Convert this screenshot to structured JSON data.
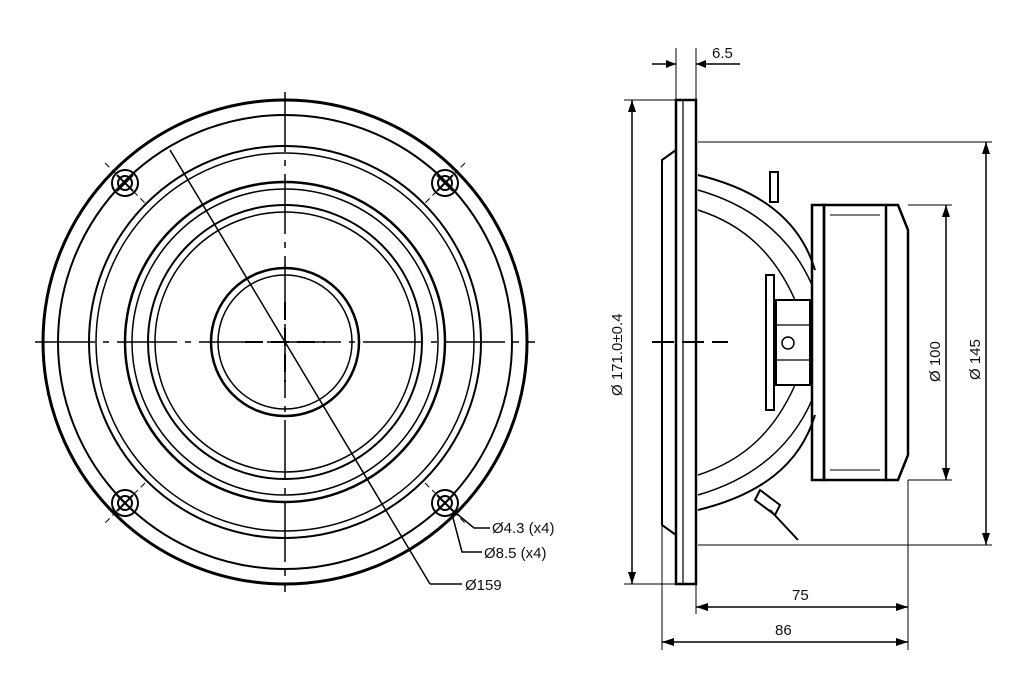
{
  "front_view": {
    "hole_diameter_label": "Ø4.3 (x4)",
    "counterbore_label": "Ø8.5 (x4)",
    "bolt_circle_label": "Ø159"
  },
  "side_view": {
    "flange_thickness_label": "6.5",
    "outer_diameter_label": "Ø 171.0±0.4",
    "magnet_diameter_label": "Ø 100",
    "cutout_diameter_label": "Ø 145",
    "depth_label": "75",
    "total_depth_label": "86"
  }
}
